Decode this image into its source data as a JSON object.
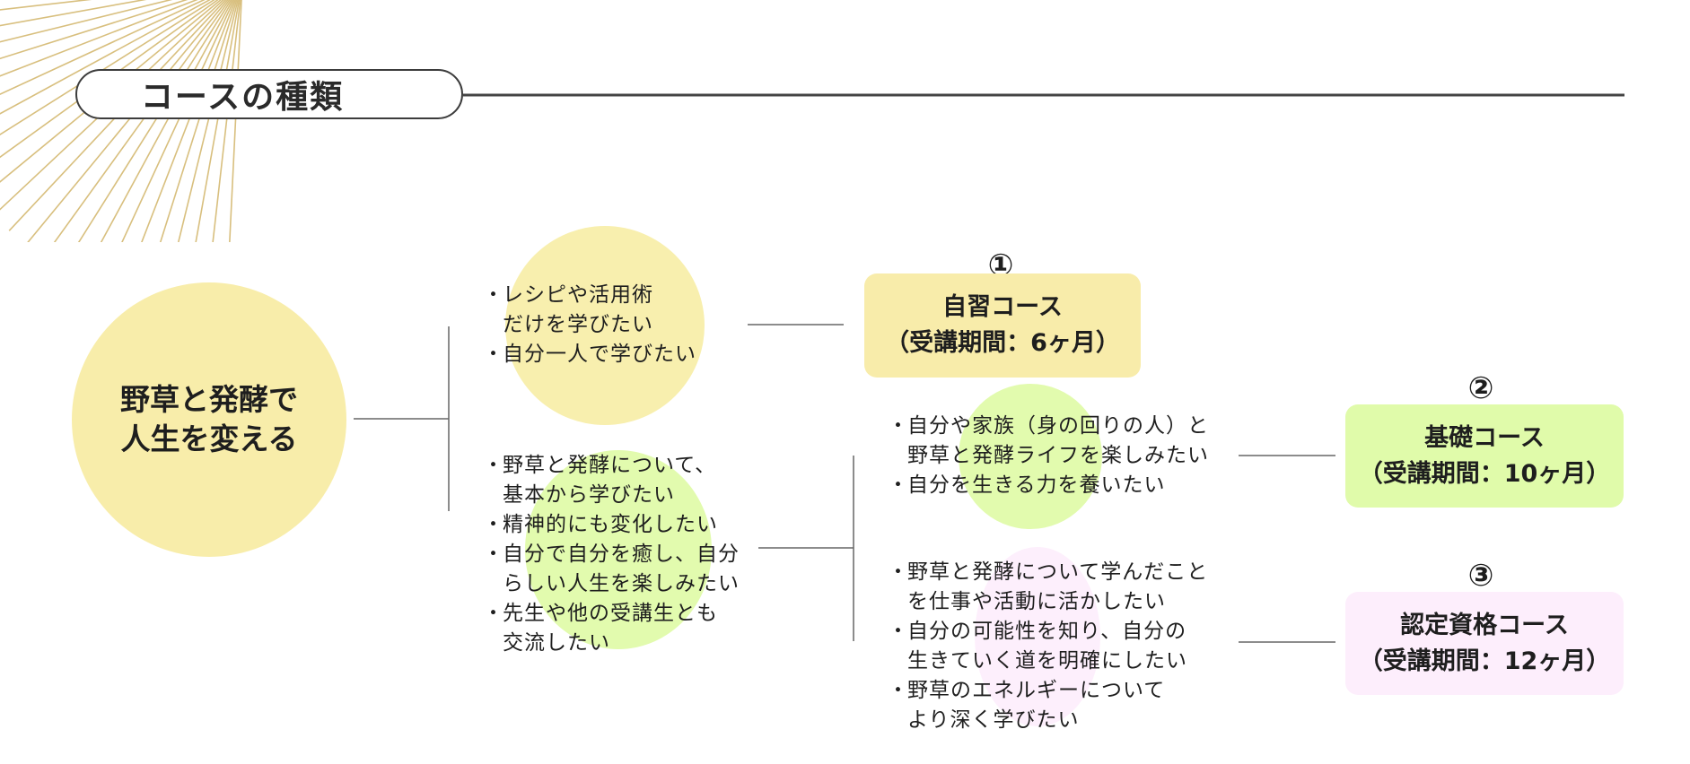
{
  "section": {
    "title": "コースの種類"
  },
  "root": {
    "label": "野草と発酵で\n人生を変える"
  },
  "groups": [
    {
      "bullet": "・",
      "items": [
        "レシピや活用術\nだけを学びたい",
        "自分一人で学びたい"
      ]
    },
    {
      "bullet": "・",
      "items": [
        "野草と発酵について、\n基本から学びたい",
        "精神的にも変化したい",
        "自分で自分を癒し、自分\nらしい人生を楽しみたい",
        "先生や他の受講生とも\n交流したい"
      ]
    },
    {
      "bullet": "・",
      "items": [
        "自分や家族（身の回りの人）と\n野草と発酵ライフを楽しみたい",
        "自分を生きる力を養いたい"
      ]
    },
    {
      "bullet": "・",
      "items": [
        "野草と発酵について学んだこと\nを仕事や活動に活かしたい",
        "自分の可能性を知り、自分の\n生きていく道を明確にしたい",
        "野草のエネルギーについて\nより深く学びたい"
      ]
    }
  ],
  "courses": [
    {
      "number": "①",
      "name": "自習コース",
      "period": "（受講期間：6ヶ月）",
      "color": "#f8ecaa"
    },
    {
      "number": "②",
      "name": "基礎コース",
      "period": "（受講期間：10ヶ月）",
      "color": "#e0fbaa"
    },
    {
      "number": "③",
      "name": "認定資格コース",
      "period": "（受講期間：12ヶ月）",
      "color": "#fdeefc"
    }
  ],
  "colors": {
    "yellow_blob": "#f8efae",
    "green_blob": "#e2fbae",
    "pink_blob": "#fdeffc",
    "line": "#5a5a5a",
    "deco_stripes": "#d8bf7e"
  }
}
